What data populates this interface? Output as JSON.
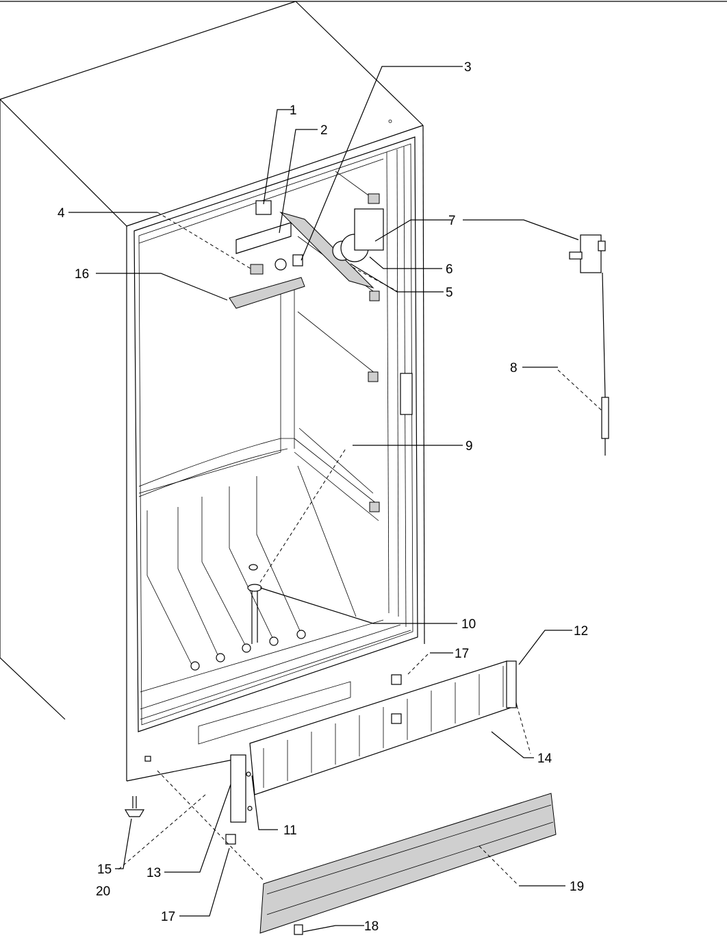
{
  "callouts": [
    {
      "id": "1",
      "label": "1"
    },
    {
      "id": "2",
      "label": "2"
    },
    {
      "id": "3",
      "label": "3"
    },
    {
      "id": "4",
      "label": "4"
    },
    {
      "id": "5",
      "label": "5"
    },
    {
      "id": "6",
      "label": "6"
    },
    {
      "id": "7",
      "label": "7"
    },
    {
      "id": "8",
      "label": "8"
    },
    {
      "id": "9",
      "label": "9"
    },
    {
      "id": "10",
      "label": "10"
    },
    {
      "id": "11",
      "label": "11"
    },
    {
      "id": "12",
      "label": "12"
    },
    {
      "id": "13",
      "label": "13"
    },
    {
      "id": "14",
      "label": "14"
    },
    {
      "id": "15",
      "label": "15"
    },
    {
      "id": "16",
      "label": "16"
    },
    {
      "id": "17a",
      "label": "17"
    },
    {
      "id": "17b",
      "label": "17"
    },
    {
      "id": "18",
      "label": "18"
    },
    {
      "id": "19",
      "label": "19"
    },
    {
      "id": "20",
      "label": "20"
    }
  ]
}
